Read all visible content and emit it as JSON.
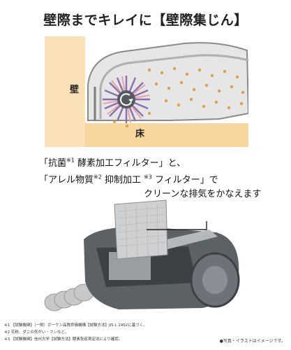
{
  "title": "壁際までキレイに【壁際集じん】",
  "figure1": {
    "wall_label": "壁",
    "floor_label": "床",
    "colors": {
      "wall": "#fbe1b8",
      "floor": "#f7d79e",
      "head": "#e9e9e9",
      "brush": "#8a6fb0",
      "dust": "#d9a24a"
    }
  },
  "description": {
    "line1": {
      "text": "「抗菌",
      "ref1": "※1",
      "text_b": " 酵素加工フィルター」と、"
    },
    "line2": {
      "text": "「アレル物質",
      "ref2": "※2",
      "text_b": " 抑制加工 ",
      "ref3": "※3",
      "text_c": " フィルター」で"
    },
    "line3": "クリーンな排気をかなえます"
  },
  "figure2": {
    "colors": {
      "body": "#5c6166",
      "filter": "#cfd0d2",
      "hose": "#c8c8c8"
    }
  },
  "notes": [
    "※1 【試験機関】（一財）ボーケン品質評価機構【試験方法】JIS L 1902に基づく。",
    "※2 花粉、ダニの死がい・フンなど。",
    "※3 【試験機関】信州大学【試験方法】酵素免疫測定法により確認。"
  ],
  "photo_note": "●写真・イラストはイメージです。"
}
